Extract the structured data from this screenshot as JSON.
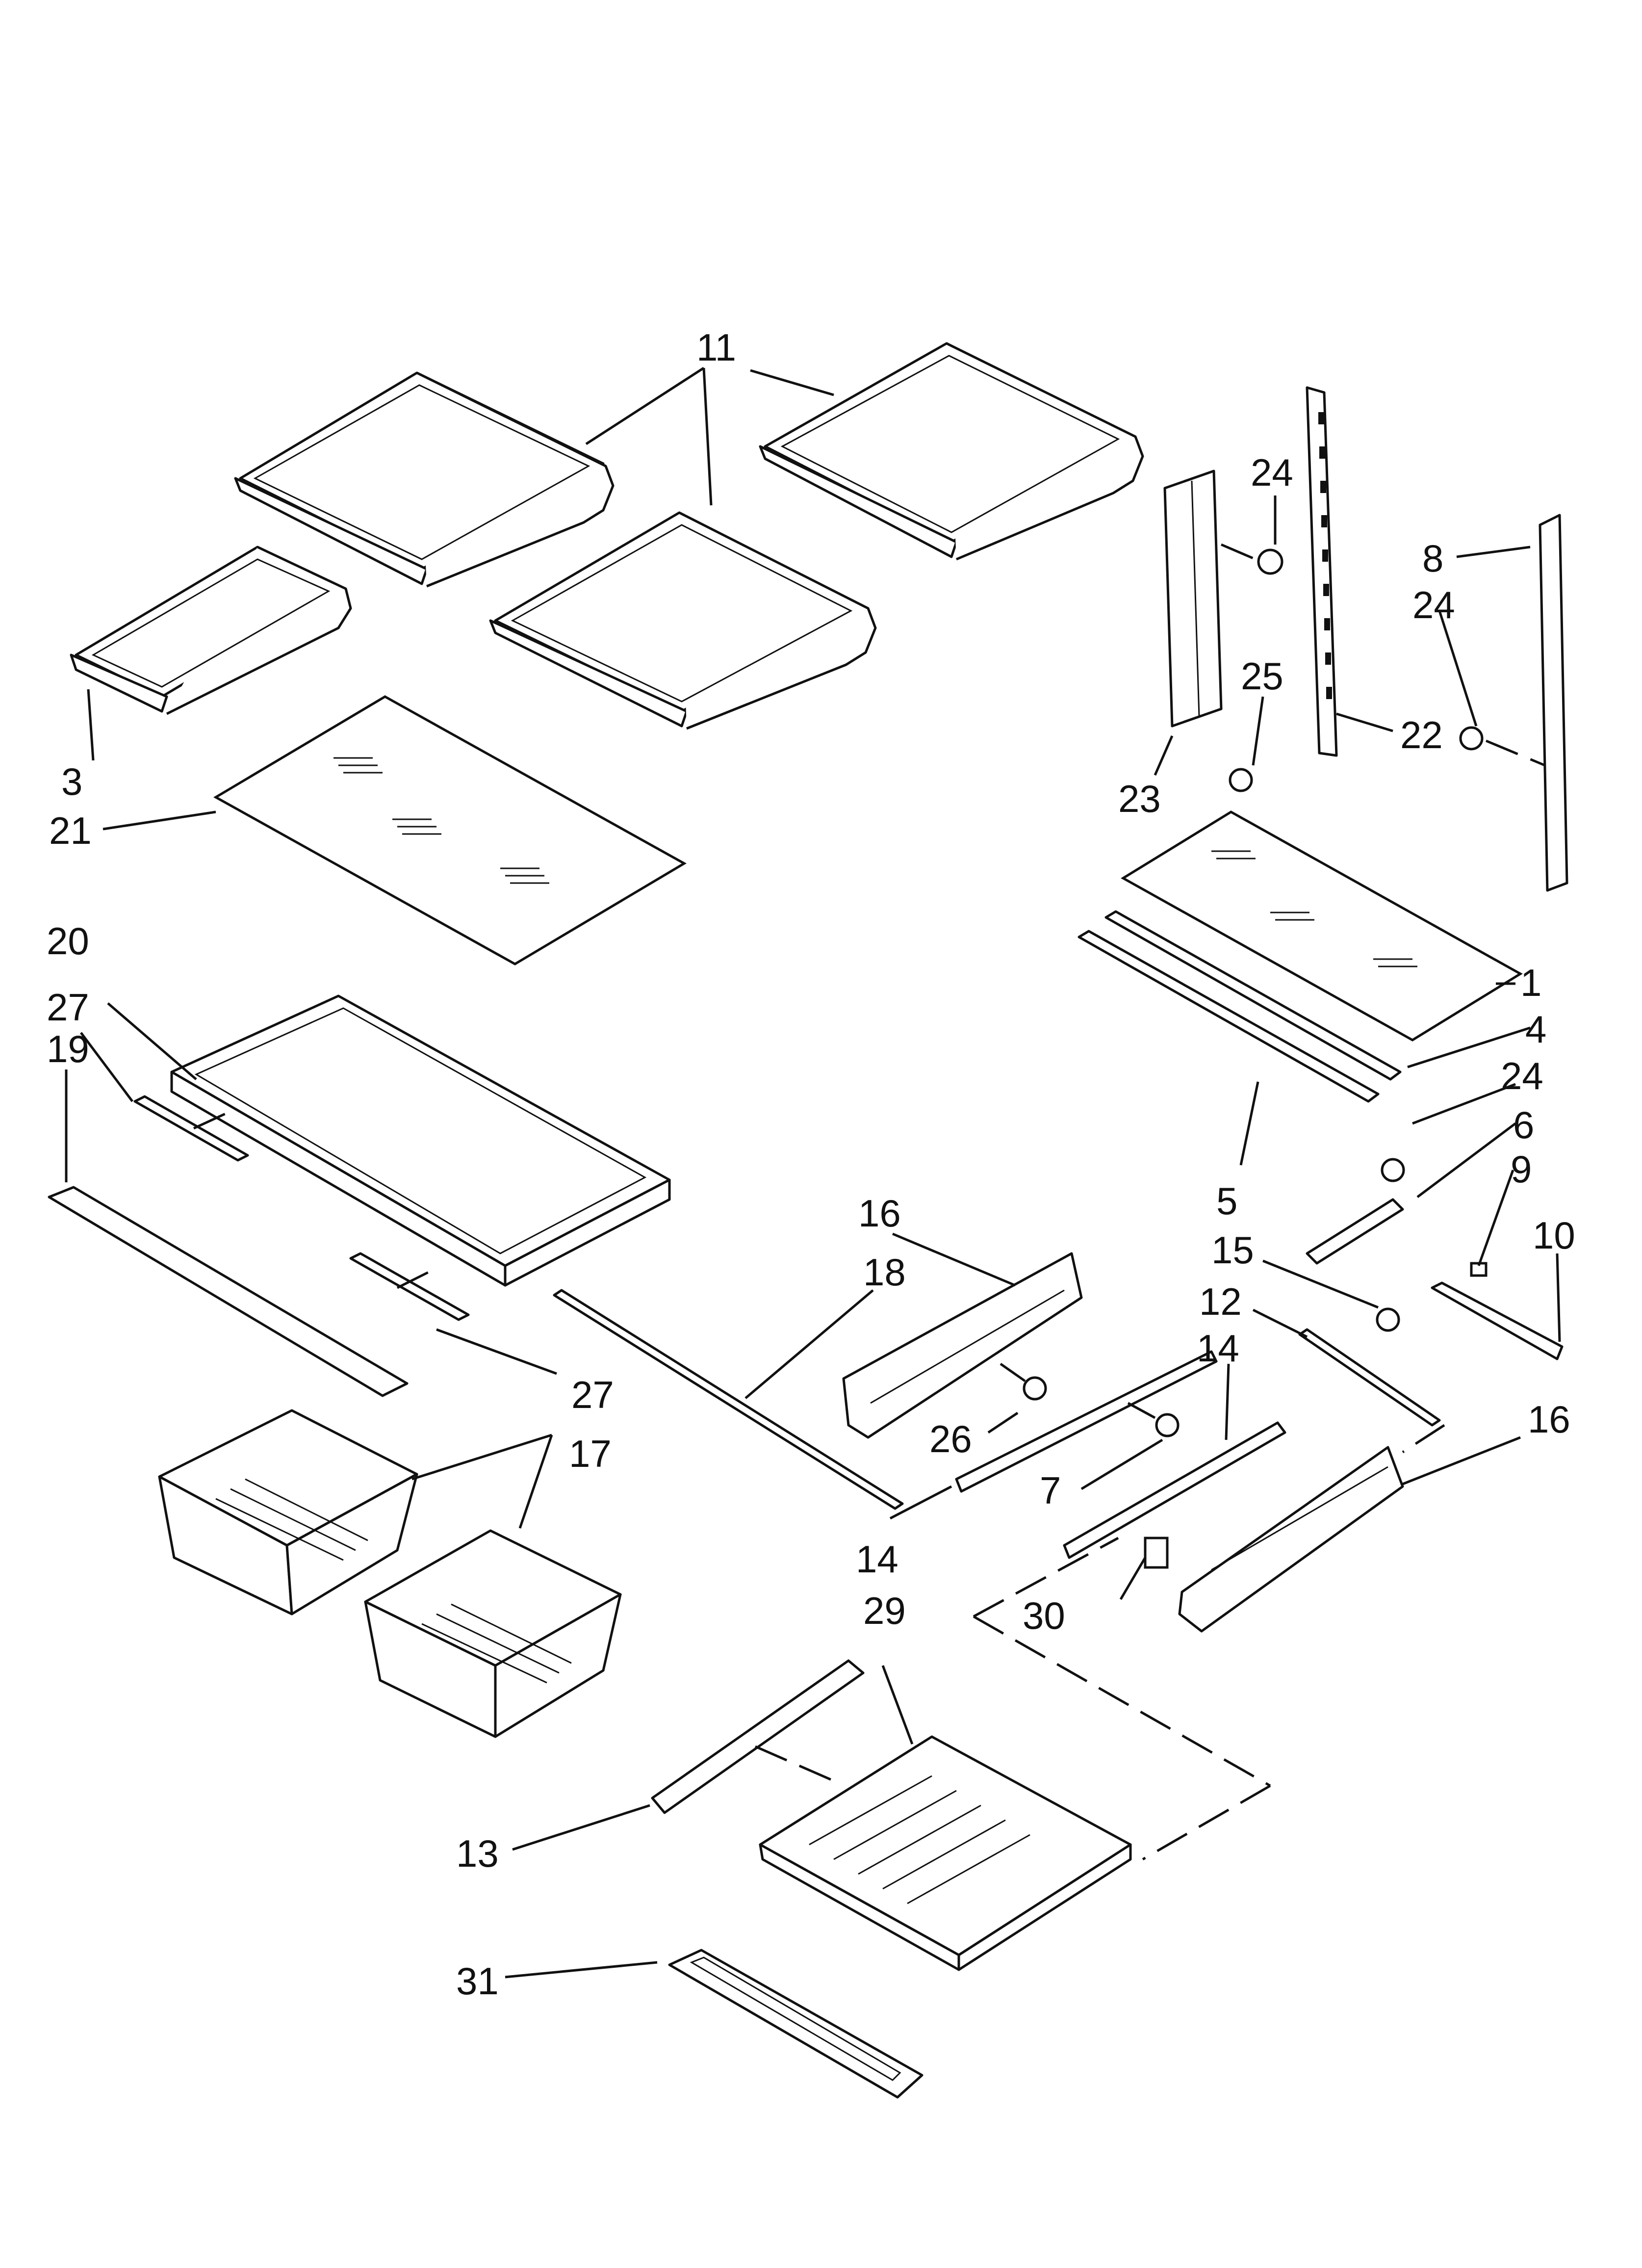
{
  "callouts": {
    "c11": "11",
    "c24a": "24",
    "c8": "8",
    "c24b": "24",
    "c25": "25",
    "c22": "22",
    "c3": "3",
    "c21": "21",
    "c23": "23",
    "c1": "1",
    "c20": "20",
    "c27a": "27",
    "c4": "4",
    "c19": "19",
    "c24c": "24",
    "c6": "6",
    "c9": "9",
    "c5": "5",
    "c16a": "16",
    "c18": "18",
    "c15": "15",
    "c10": "10",
    "c12": "12",
    "c27b": "27",
    "c14a": "14",
    "c16b": "16",
    "c17": "17",
    "c26": "26",
    "c7": "7",
    "c14b": "14",
    "c29": "29",
    "c30": "30",
    "c13": "13",
    "c31": "31"
  }
}
